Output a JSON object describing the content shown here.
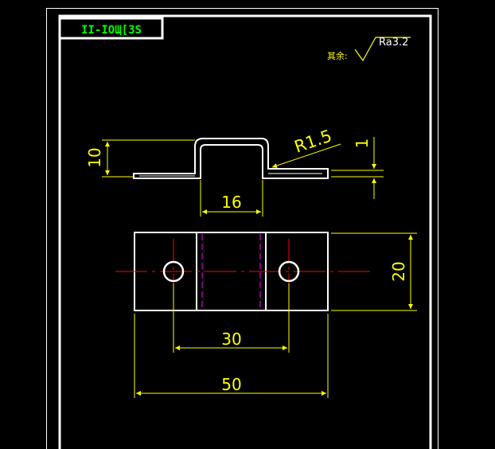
{
  "title_block": {
    "text": "II-IOЩ[ЗS"
  },
  "surface_finish": {
    "prefix": "其余:",
    "value": "Ra3.2"
  },
  "side_view": {
    "dim_height": "10",
    "dim_width": "16",
    "dim_radius": "R1.5",
    "dim_thickness": "1"
  },
  "top_view": {
    "dim_hole_spacing": "30",
    "dim_total_length": "50",
    "dim_height": "20"
  },
  "colors": {
    "frame": "#ffffff",
    "dimension": "#ffff00",
    "centerline": "#ff0000",
    "hidden": "#ff00ff",
    "title_text": "#00ff00"
  }
}
